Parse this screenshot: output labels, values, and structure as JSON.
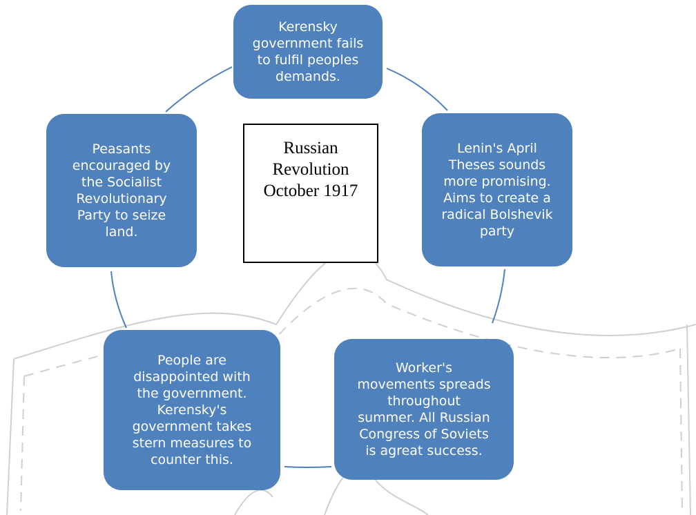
{
  "diagram": {
    "type": "cycle",
    "center_label": "Russian\nRevolution\nOctober 1917",
    "nodes": [
      {
        "id": "top",
        "label": "Kerensky\ngovernment fails\nto fulfil peoples\ndemands."
      },
      {
        "id": "right",
        "label": "Lenin's April\nTheses sounds\nmore promising.\nAims to create a\nradical Bolshevik\nparty"
      },
      {
        "id": "bottom-right",
        "label": "Worker's\nmovements spreads\nthroughout\nsummer. All Russian\nCongress of Soviets\nis agreat success."
      },
      {
        "id": "bottom-left",
        "label": "People are\ndisappointed with\nthe government.\nKerensky's\ngovernment takes\nstern measures to\ncounter this."
      },
      {
        "id": "left",
        "label": "Peasants\nencouraged by\nthe Socialist\nRevolutionary\nParty to seize\nland."
      }
    ]
  },
  "colors": {
    "node_fill": "#4f81bd",
    "node_text": "#ffffff",
    "connector": "#4f81bd",
    "watermark": "#c8c8c8",
    "center_border": "#000000"
  }
}
